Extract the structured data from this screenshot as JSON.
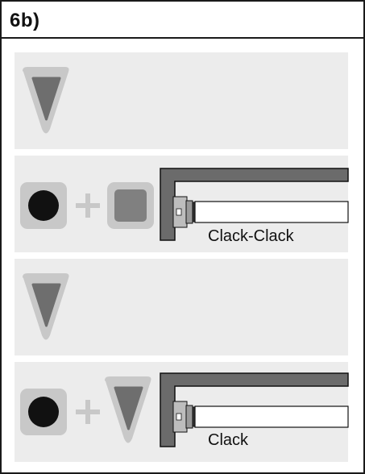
{
  "title": "6b)",
  "steps": [
    {
      "icons": [
        "down-triangle-button"
      ]
    },
    {
      "icons": [
        "stop-circle-button",
        "plus",
        "square-button"
      ],
      "caption": "Clack-Clack"
    },
    {
      "icons": [
        "down-triangle-button"
      ]
    },
    {
      "icons": [
        "stop-circle-button",
        "plus",
        "down-triangle-button"
      ],
      "caption": "Clack"
    }
  ],
  "colors": {
    "panel": "#ececec",
    "button_frame": "#c8c8c8",
    "triangle_fill": "#6e6e6e",
    "square_fill": "#808080",
    "circle_fill": "#111111",
    "plus": "#c8c8c8",
    "rail": "#6b6b6b"
  }
}
